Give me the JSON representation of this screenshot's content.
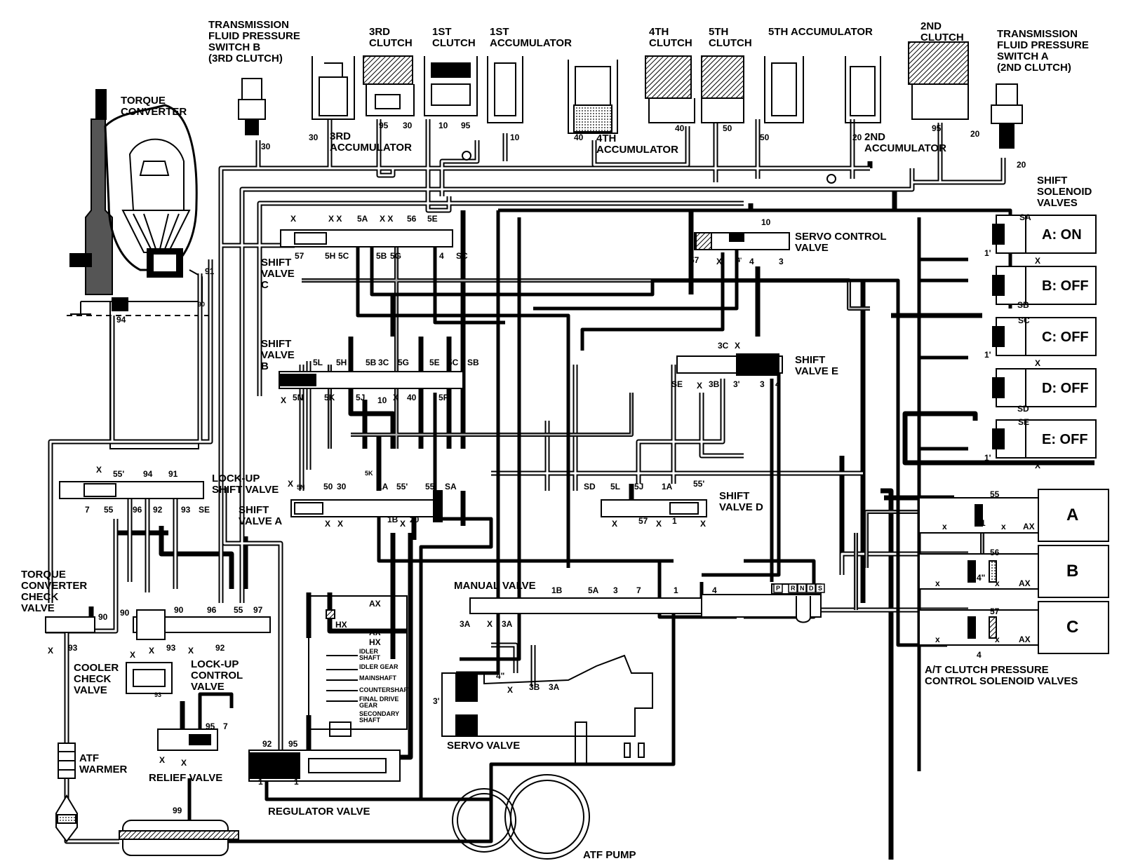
{
  "colors": {
    "line": "#000000",
    "background": "#ffffff",
    "fluid": "#9a9a9a"
  },
  "components": {
    "switch_b": "TRANSMISSION\nFLUID PRESSURE\nSWITCH B\n(3RD CLUTCH)",
    "torque_converter": "TORQUE\nCONVERTER",
    "clutch_3rd": "3RD\nCLUTCH",
    "clutch_1st": "1ST\nCLUTCH",
    "accumulator_1st": "1ST\nACCUMULATOR",
    "accumulator_3rd": "3RD\nACCUMULATOR",
    "accumulator_4th": "4TH\nACCUMULATOR",
    "clutch_4th": "4TH\nCLUTCH",
    "clutch_5th": "5TH\nCLUTCH",
    "accumulator_5th": "5TH ACCUMULATOR",
    "clutch_2nd": "2ND\nCLUTCH",
    "accumulator_2nd": "2ND\nACCUMULATOR",
    "switch_a": "TRANSMISSION\nFLUID PRESSURE\nSWITCH A\n(2ND CLUTCH)",
    "shift_solenoid_valves": "SHIFT\nSOLENOID\nVALVES",
    "servo_control_valve": "SERVO CONTROL\nVALVE",
    "shift_valve_c": "SHIFT\nVALVE\nC",
    "shift_valve_b": "SHIFT\nVALVE\nB",
    "shift_valve_e": "SHIFT\nVALVE E",
    "shift_valve_a": "SHIFT\nVALVE A",
    "shift_valve_d": "SHIFT\nVALVE D",
    "lock_up_shift_valve": "LOCK-UP\nSHIFT VALVE",
    "tc_check_valve": "TORQUE\nCONVERTER\nCHECK\nVALVE",
    "cooler_check_valve": "COOLER\nCHECK\nVALVE",
    "lock_up_control_valve": "LOCK-UP\nCONTROL\nVALVE",
    "manual_valve": "MANUAL VALVE",
    "servo_valve": "SERVO VALVE",
    "relief_valve": "RELIEF VALVE",
    "regulator_valve": "REGULATOR VALVE",
    "atf_warmer": "ATF\nWARMER",
    "atf_pump": "ATF PUMP",
    "at_clutch_pcsv": "A/T CLUTCH PRESSURE\nCONTROL SOLENOID VALVES"
  },
  "solenoids": {
    "a": "A: ON",
    "b": "B: OFF",
    "c": "C: OFF",
    "d": "D: OFF",
    "e": "E: OFF"
  },
  "pressure_solenoids": {
    "a": "A",
    "b": "B",
    "c": "C"
  },
  "shafts": [
    "IDLER\nSHAFT",
    "IDLER GEAR",
    "MAINSHAFT",
    "COUNTERSHAFT",
    "FINAL DRIVE\nGEAR",
    "SECONDARY\nSHAFT"
  ],
  "selector": [
    "P",
    "R",
    "N",
    "D",
    "S"
  ],
  "ports": {
    "p1": "30",
    "p2": "30",
    "p3": "95",
    "p4": "30",
    "p5": "10",
    "p6": "95",
    "p7": "10",
    "p8": "40",
    "p9": "40",
    "p10": "50",
    "p11": "50",
    "p12": "20",
    "p13": "95",
    "p14": "20",
    "p15": "20",
    "p16": "X",
    "p17": "X X",
    "p18": "5A",
    "p19": "X X",
    "p20": "56",
    "p21": "5E",
    "p22": "57",
    "p23": "5H",
    "p24": "5C",
    "p25": "5B",
    "p26": "5G",
    "p27": "4",
    "p28": "SC",
    "p29": "10",
    "p30": "57",
    "p31": "X",
    "p32": "4'",
    "p33": "4",
    "p34": "3",
    "p35": "SA",
    "p36": "X",
    "p37": "SB",
    "p38": "SC",
    "p39": "X",
    "p40": "SD",
    "p41": "SE",
    "p42": "X",
    "p43": "1'",
    "p44": "1'",
    "p45": "1'",
    "p46": "91",
    "p47": "90",
    "p48": "94",
    "p49": "5L",
    "p50": "5H",
    "p51": "5B",
    "p52": "3C",
    "p53": "5G",
    "p54": "5E",
    "p55": "5C",
    "p56": "SB",
    "p57": "X",
    "p58": "5N",
    "p59": "5K",
    "p60": "5J",
    "p61": "10",
    "p62": "X",
    "p63": "40",
    "p64": "5F",
    "p65": "3C",
    "p66": "X",
    "p67": "SE",
    "p68": "X",
    "p69": "3B",
    "p70": "3'",
    "p71": "3",
    "p72": "4",
    "p73": "X",
    "p74": "55'",
    "p75": "94",
    "p76": "91",
    "p77": "7",
    "p78": "55",
    "p79": "96",
    "p80": "92",
    "p81": "93",
    "p82": "SE",
    "p83": "X",
    "p84": "5N",
    "p85": "50",
    "p86": "30",
    "p87": "5K",
    "p88": "1A",
    "p89": "55'",
    "p90": "55",
    "p91": "SA",
    "p92": "X",
    "p93": "X",
    "p94": "1B",
    "p95": "X",
    "p96": "20",
    "p97": "SD",
    "p98": "5L",
    "p99": "5J",
    "p100": "1A",
    "p101": "55'",
    "p102": "X",
    "p103": "57",
    "p104": "X",
    "p105": "1",
    "p106": "X",
    "p107": "55",
    "p108": "56",
    "p109": "57",
    "p110": "1",
    "p111": "4\"",
    "p112": "4",
    "p113": "x",
    "p114": "x",
    "p115": "x",
    "p116": "x",
    "p117": "x",
    "p118": "x",
    "p119": "AX",
    "p120": "AX",
    "p121": "AX",
    "p122": "1B",
    "p123": "5A",
    "p124": "3",
    "p125": "7",
    "p126": "1",
    "p127": "4",
    "p128": "3A",
    "p129": "X",
    "p130": "3A",
    "p131": "90",
    "p132": "90",
    "p133": "90",
    "p134": "96",
    "p135": "55",
    "p136": "97",
    "p137": "X",
    "p138": "93",
    "p139": "X",
    "p140": "92",
    "p141": "X",
    "p142": "93",
    "p143": "X",
    "p144": "93",
    "p145": "AX",
    "p146": "HX",
    "p147": "AX",
    "p148": "HX",
    "p149": "4'",
    "p150": "4\"",
    "p151": "X",
    "p152": "3B",
    "p153": "3A",
    "p154": "3'",
    "p155": "95",
    "p156": "7",
    "p157": "X",
    "p158": "X",
    "p159": "92",
    "p160": "95",
    "p161": "1",
    "p162": "1",
    "p163": "99"
  }
}
